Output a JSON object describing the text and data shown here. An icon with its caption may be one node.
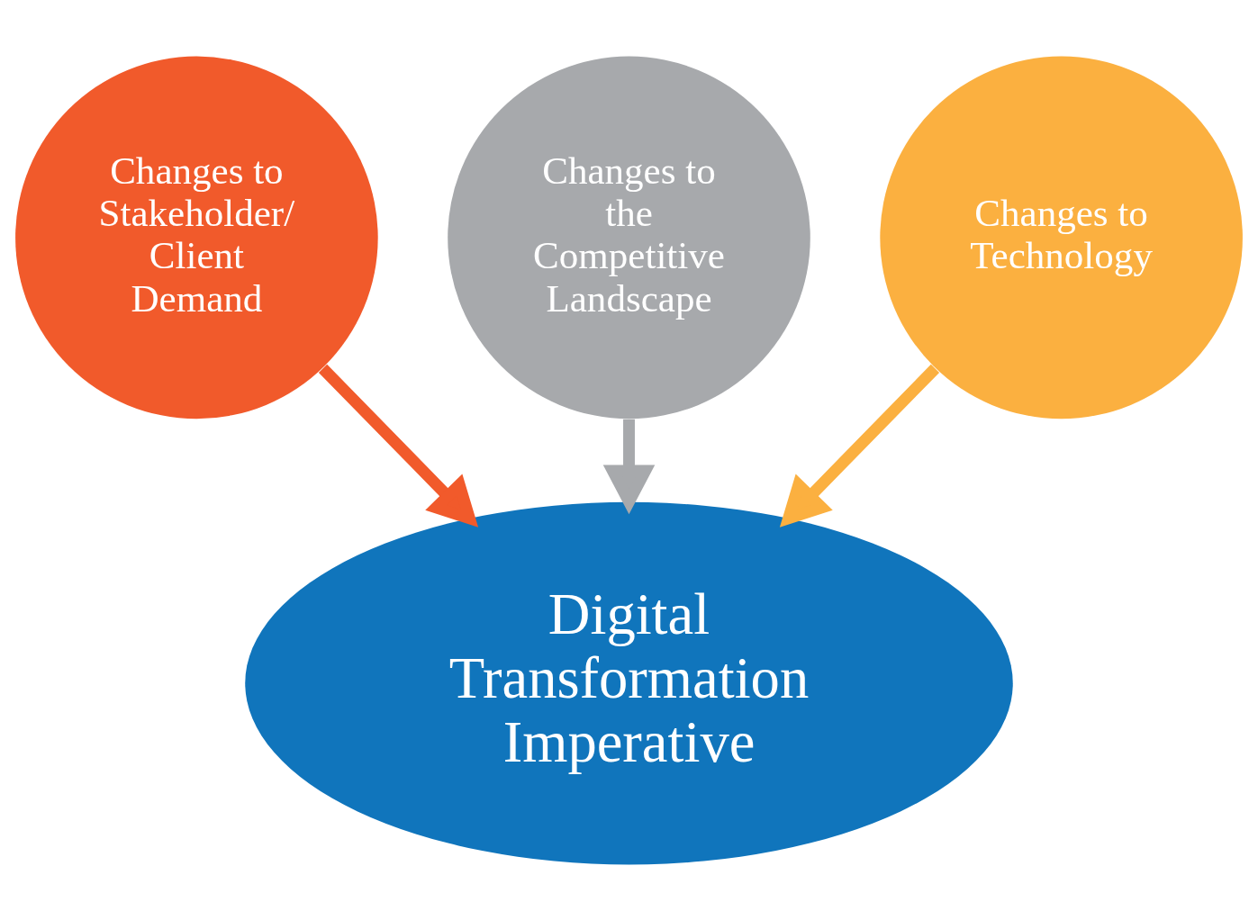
{
  "diagram": {
    "nodes": [
      {
        "text": [
          "Changes to Stakeholder/ Client Demand"
        ]
      },
      {
        "text": [
          "Changes to the Competitive Landscape"
        ]
      },
      {
        "text": [
          "Changes to Technology"
        ]
      },
      {
        "text": [
          "Digital Transformation Imperative"
        ]
      }
    ],
    "edges": [
      {
        "from": 0,
        "to": 3,
        "arrow": "to",
        "color": "#f15a2b"
      },
      {
        "from": 1,
        "to": 3,
        "arrow": "to",
        "color": "#a7a9ac"
      },
      {
        "from": 2,
        "to": 3,
        "arrow": "to",
        "color": "#fbb040"
      }
    ]
  }
}
